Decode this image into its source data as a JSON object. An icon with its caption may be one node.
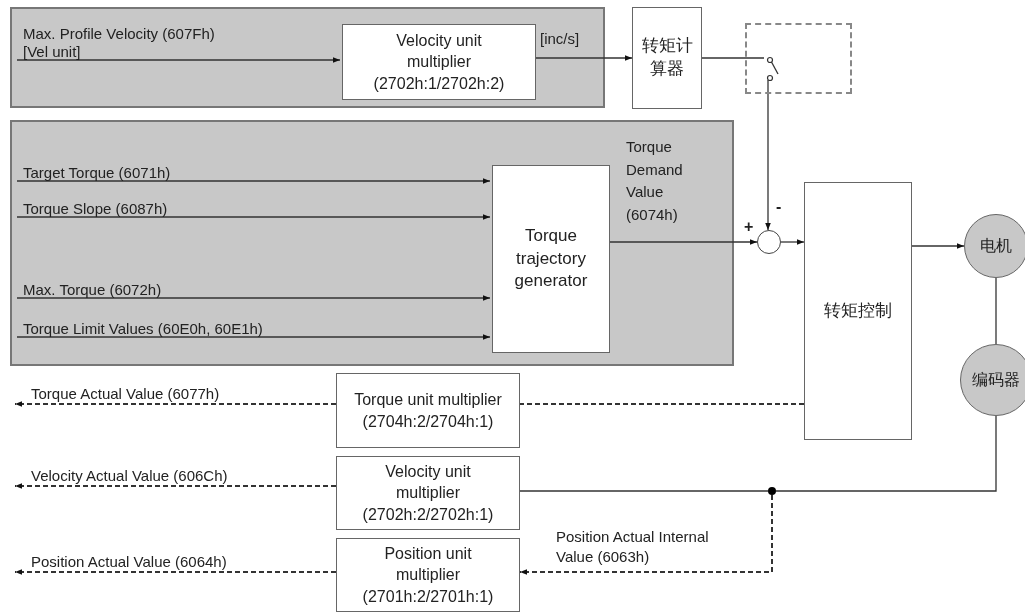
{
  "diagram": {
    "nodes": [
      {
        "text": [],
        "shape": "box"
      },
      {
        "text": [
          "Max. Profile Velocity (607Fh) [Vel unit]"
        ],
        "in": 0
      },
      {
        "text": [
          "Velocity unit multiplier (2702h:1/2702h:2)"
        ],
        "in": 0
      },
      {
        "text": [
          "转矩计算器"
        ]
      },
      {
        "text": [],
        "shape": "box"
      },
      {
        "text": [],
        "shape": "switch",
        "in": 4
      },
      {
        "text": [],
        "shape": "box"
      },
      {
        "text": [
          "Target Torque (6071h)"
        ],
        "in": 6
      },
      {
        "text": [
          "Torque Slope (6087h)"
        ],
        "in": 6
      },
      {
        "text": [
          "Max. Torque (6072h)"
        ],
        "in": 6
      },
      {
        "text": [
          "Torque Limit Values (60E0h, 60E1h)"
        ],
        "in": 6
      },
      {
        "text": [
          "Torque trajectory generator"
        ],
        "in": 6
      },
      {
        "text": [],
        "shape": "circle"
      },
      {
        "text": [
          "转矩控制"
        ]
      },
      {
        "text": [
          "电机"
        ]
      },
      {
        "text": [
          "编码器"
        ]
      },
      {
        "text": [
          "Torque Actual Value (6077h)"
        ]
      },
      {
        "text": [
          "Torque unit multiplier (2704h:2/2704h:1)"
        ]
      },
      {
        "text": [
          "Velocity Actual Value (606Ch)"
        ]
      },
      {
        "text": [
          "Velocity unit multiplier (2702h:2/2702h:1)"
        ]
      },
      {
        "text": [
          "Position Actual Value (6064h)"
        ]
      },
      {
        "text": [
          "Position unit multiplier (2701h:2/2701h:1)"
        ]
      },
      {
        "text": [],
        "shape": "dot"
      }
    ],
    "edges": [
      {
        "from": 1,
        "to": 2,
        "arrow": "to"
      },
      {
        "from": 2,
        "to": 3,
        "arrow": "to",
        "label": "[inc/s]"
      },
      {
        "from": 3,
        "to": 5,
        "arrow": "none"
      },
      {
        "from": 5,
        "to": 12,
        "arrow": "to"
      },
      {
        "from": 7,
        "to": 11,
        "arrow": "to"
      },
      {
        "from": 8,
        "to": 11,
        "arrow": "to"
      },
      {
        "from": 9,
        "to": 11,
        "arrow": "to"
      },
      {
        "from": 10,
        "to": 11,
        "arrow": "to"
      },
      {
        "from": 11,
        "to": 12,
        "arrow": "to",
        "label": "Torque Demand Value (6074h)"
      },
      {
        "from": 12,
        "to": 13,
        "arrow": "to"
      },
      {
        "from": 13,
        "to": 14,
        "arrow": "to"
      },
      {
        "from": 14,
        "to": 15,
        "arrow": "none"
      },
      {
        "from": 13,
        "to": 17,
        "arrow": "none",
        "style": "dashed"
      },
      {
        "from": 17,
        "to": 16,
        "arrow": "to",
        "style": "dashed"
      },
      {
        "from": 19,
        "to": 18,
        "arrow": "to",
        "style": "dashed"
      },
      {
        "from": 21,
        "to": 20,
        "arrow": "to",
        "style": "dashed"
      },
      {
        "from": 15,
        "to": 22,
        "arrow": "none"
      },
      {
        "from": 22,
        "to": 19,
        "arrow": "none"
      },
      {
        "from": 22,
        "to": 21,
        "arrow": "to",
        "style": "dashed",
        "label": "Position Actual Internal Value (6063h)"
      }
    ],
    "labels": [
      "+",
      "-"
    ]
  }
}
